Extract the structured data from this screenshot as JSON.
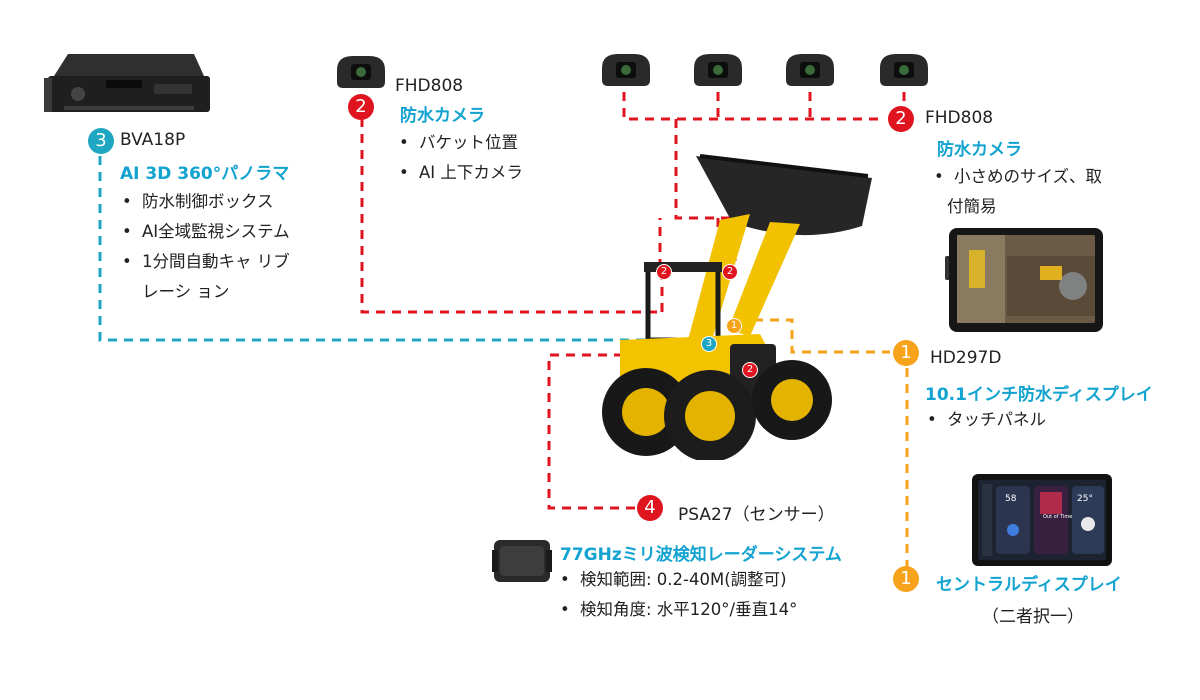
{
  "colors": {
    "red": "#e0141e",
    "teal": "#1ea6c2",
    "orange": "#f7a21b",
    "feature_blue": "#12a3d0"
  },
  "bva": {
    "badge": "3",
    "model": "BVA18P",
    "feature": "AI 3D 360°パノラマ",
    "bullets": [
      "防水制御ボックス",
      "AI全域監視システム",
      "1分間自動キャ リブ",
      "レーシ ョン"
    ]
  },
  "fhd_left": {
    "badge": "2",
    "model": "FHD808",
    "feature": "防水カメラ",
    "bullets": [
      "バケット位置",
      "AI 上下カメラ"
    ]
  },
  "fhd_right": {
    "badge": "2",
    "model": "FHD808",
    "feature": "防水カメラ",
    "bullets": [
      "小さめのサイズ、取",
      "付簡易"
    ]
  },
  "hd297": {
    "badge": "1",
    "model": "HD297D",
    "feature": "10.1インチ防水ディスプレイ",
    "bullets": [
      "タッチパネル"
    ]
  },
  "central": {
    "badge": "1",
    "feature": "セントラルディスプレイ",
    "note": "（二者択一）",
    "screen": {
      "temp1": "58",
      "temp2": "25°",
      "song": "Out of Time"
    }
  },
  "psa": {
    "badge": "4",
    "model": "PSA27（センサー）",
    "feature": "77GHzミリ波検知レーダーシステム",
    "bullets": [
      "検知範囲: 0.2-40M(調整可)",
      "検知角度: 水平120°/垂直14°"
    ]
  },
  "vehicle_markers": [
    "2",
    "2",
    "1",
    "3",
    "2"
  ]
}
